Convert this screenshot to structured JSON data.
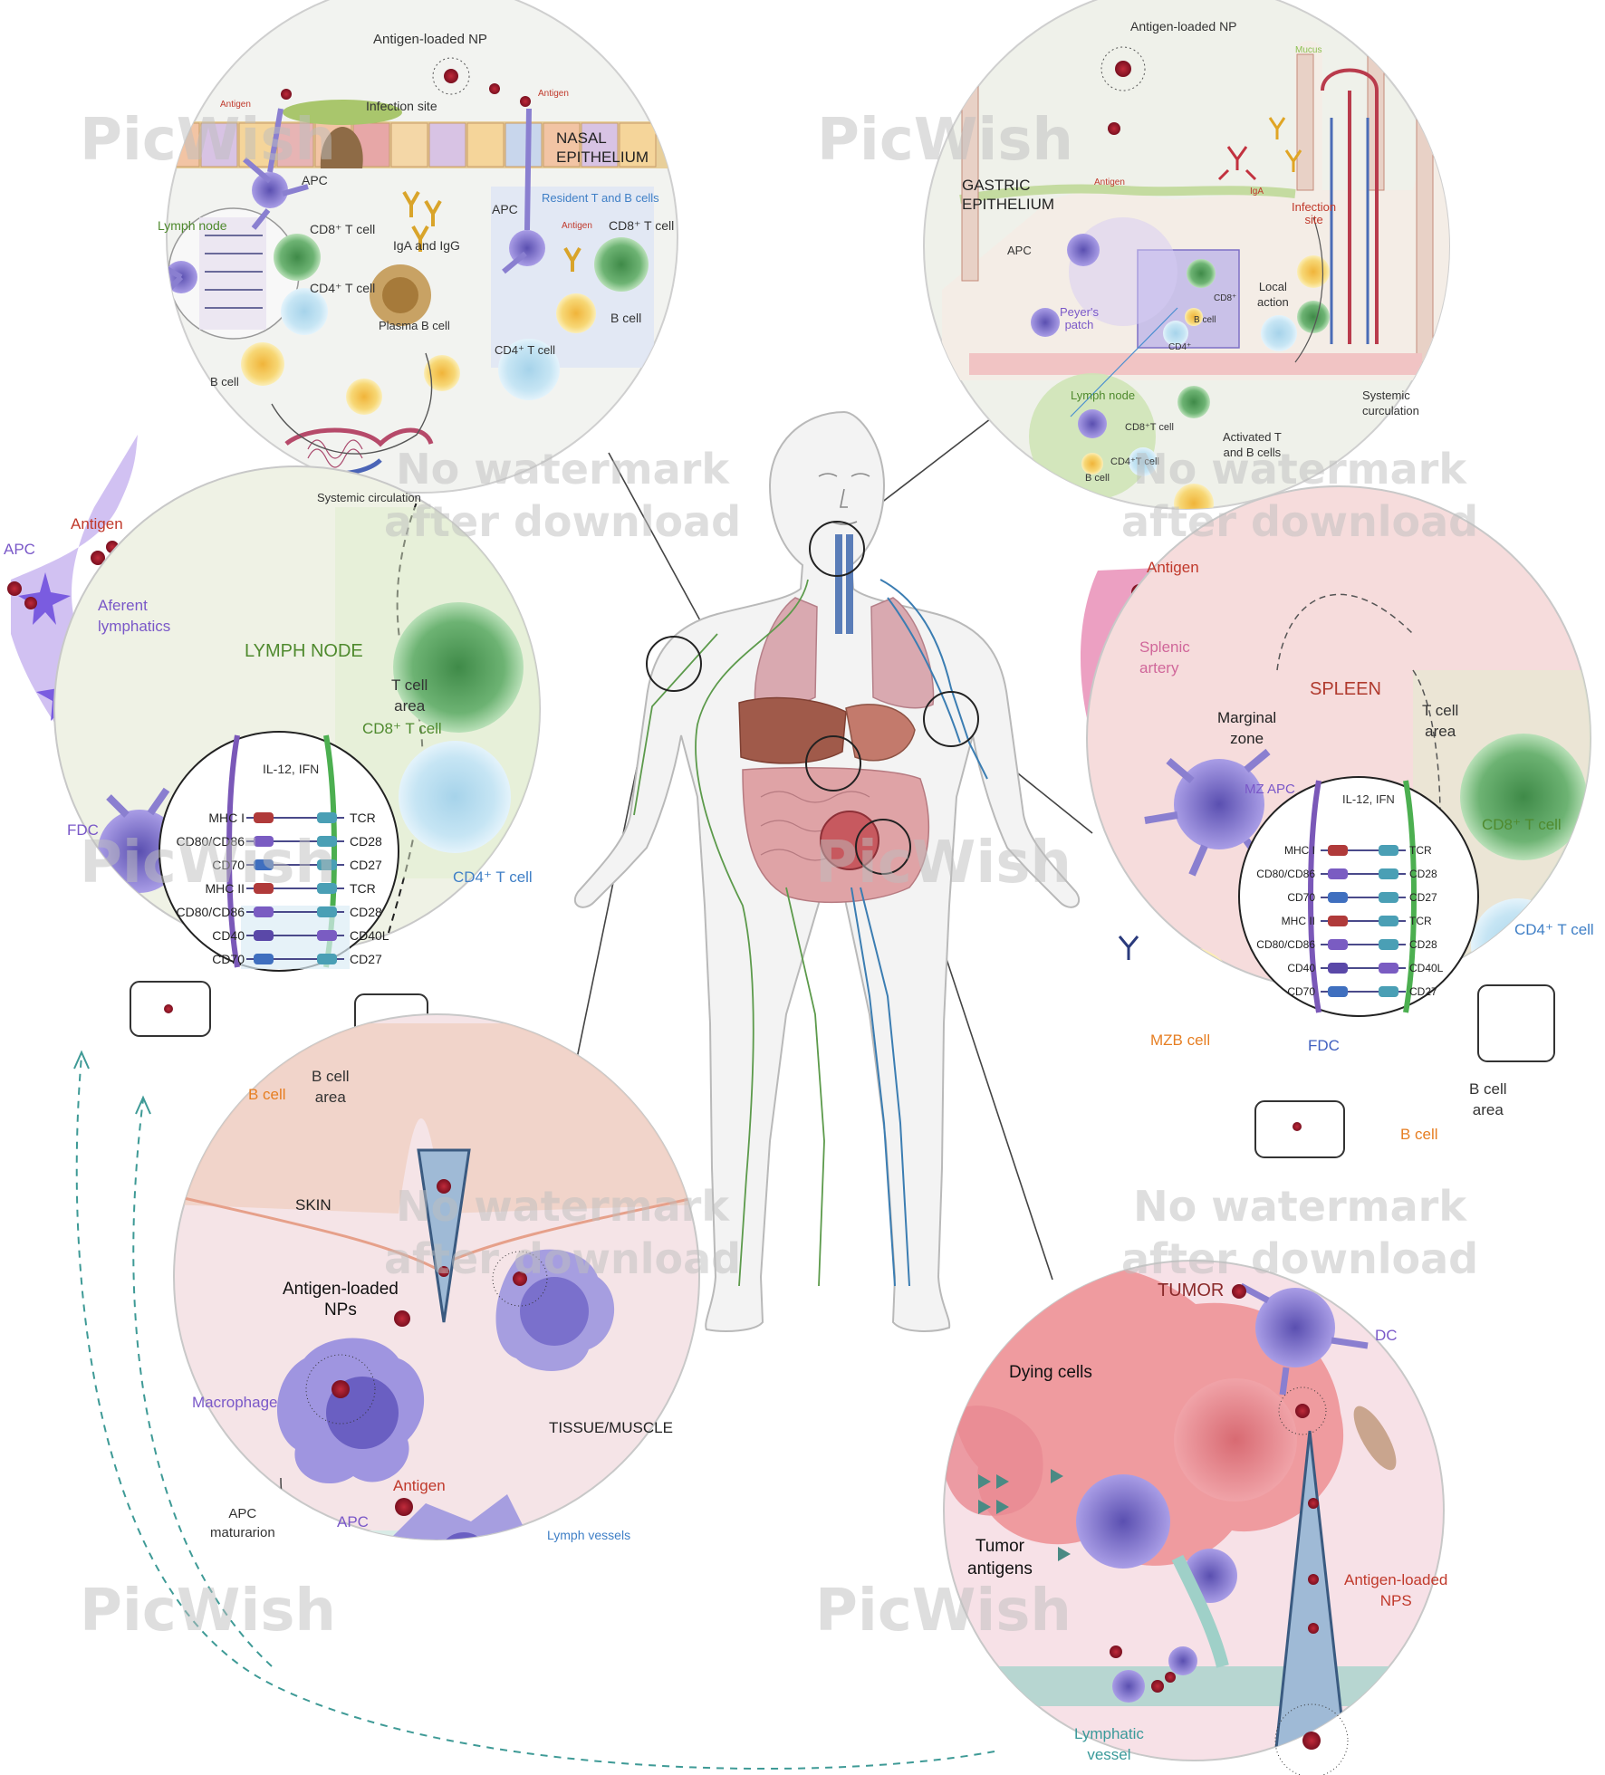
{
  "colors": {
    "nasal_bg": "#eef0ee",
    "gastric_bg": "#eef0ea",
    "lymph_node_bg": "#eef1e4",
    "spleen_bg": "#f7dede",
    "skin_bg": "#f5e3e6",
    "tumor_bg": "#f6dfe6",
    "apc_purple": "#8a7fd0",
    "antigen_red": "#9b1b2a",
    "cd8_green": "#4f9b57",
    "cd4_blue": "#8fc4df",
    "bcell_yellow": "#f2c94c",
    "artery_pink": "#e88fb7",
    "lymph_purple": "#b79be6",
    "dashed_arrow": "#3e9a96"
  },
  "watermarks": {
    "picwish": "PicWish",
    "nowm_line1": "No watermark",
    "nowm_line2": "after download"
  },
  "nasal": {
    "antigen_np": "Antigen-loaded NP",
    "antigen_1": "Antigen",
    "antigen_2": "Antigen",
    "infection_site": "Infection site",
    "epithelium_1": "NASAL",
    "epithelium_2": "EPITHELIUM",
    "apc_1": "APC",
    "apc_2": "APC",
    "lymph_node": "Lymph node",
    "cd8": "CD8⁺ T cell",
    "cd4": "CD4⁺ T cell",
    "iga_igg": "IgA and IgG",
    "plasma": "Plasma B cell",
    "b_cell": "B cell",
    "resident": "Resident T and B cells",
    "res_antigen": "Antigen",
    "res_cd8": "CD8⁺ T cell",
    "res_b_cell": "B cell",
    "res_cd4": "CD4⁺ T cell",
    "systemic": "Systemic circulation"
  },
  "gastric": {
    "antigen_np": "Antigen-loaded NP",
    "mucus": "Mucus",
    "epithelium_1": "GASTRIC",
    "epithelium_2": "EPITHELIUM",
    "antigen": "Antigen",
    "iga": "IgA",
    "infection_1": "Infection",
    "infection_2": "site",
    "apc": "APC",
    "peyers_1": "Peyer's",
    "peyers_2": "patch",
    "cd8": "CD8⁺",
    "b_cell": "B cell",
    "cd4": "CD4⁺",
    "local_1": "Local",
    "local_2": "action",
    "systemic_1": "Systemic",
    "systemic_2": "curculation",
    "lymph_node": "Lymph node",
    "ln_cd8": "CD8⁺T cell",
    "ln_cd4": "CD4⁺T cell",
    "ln_b_cell": "B cell",
    "activated_1": "Activated T",
    "activated_2": "and B cells"
  },
  "lymph_node": {
    "antigen": "Antigen",
    "apc": "APC",
    "afferent_1": "Aferent",
    "afferent_2": "lymphatics",
    "title": "LYMPH NODE",
    "t_area_1": "T cell",
    "t_area_2": "area",
    "cd8": "CD8⁺ T cell",
    "cd4": "CD4⁺ T cell",
    "fdc": "FDC",
    "il12": "IL-12, IFN",
    "b_cell": "B cell",
    "b_area_1": "B cell",
    "b_area_2": "area",
    "left_molecules": [
      "MHC I",
      "CD80/CD86",
      "CD70",
      "MHC II",
      "CD80/CD86",
      "CD40",
      "CD70"
    ],
    "right_molecules": [
      "TCR",
      "CD28",
      "CD27",
      "TCR",
      "CD28",
      "CD40L",
      "CD27"
    ]
  },
  "spleen": {
    "antigen": "Antigen",
    "artery_1": "Splenic",
    "artery_2": "artery",
    "title": "SPLEEN",
    "marginal_1": "Marginal",
    "marginal_2": "zone",
    "t_area_1": "T cell",
    "t_area_2": "area",
    "mz_apc": "MZ APC",
    "cd8": "CD8⁺ T cell",
    "cd4": "CD4⁺ T cell",
    "il12": "IL-12, IFN",
    "mzb": "MZB cell",
    "fdc": "FDC",
    "b_cell": "B cell",
    "b_area_1": "B cell",
    "b_area_2": "area",
    "left_molecules": [
      "MHC I",
      "CD80/CD86",
      "CD70",
      "MHC II",
      "CD80/CD86",
      "CD40",
      "CD70"
    ],
    "right_molecules": [
      "TCR",
      "CD28",
      "CD27",
      "TCR",
      "CD28",
      "CD40L",
      "CD27"
    ]
  },
  "skin": {
    "skin": "SKIN",
    "np_1": "Antigen-loaded",
    "np_2": "NPs",
    "macrophage": "Macrophage",
    "tissue": "TISSUE/MUSCLE",
    "antigen": "Antigen",
    "apc_mat_1": "APC",
    "apc_mat_2": "maturarion",
    "apc": "APC",
    "lymph_vessels": "Lymph vessels"
  },
  "tumor": {
    "title": "TUMOR",
    "dc": "DC",
    "dying": "Dying cells",
    "tumor_ag_1": "Tumor",
    "tumor_ag_2": "antigens",
    "np_1": "Antigen-loaded",
    "np_2": "NPS",
    "lymphatic_1": "Lymphatic",
    "lymphatic_2": "vessel"
  }
}
